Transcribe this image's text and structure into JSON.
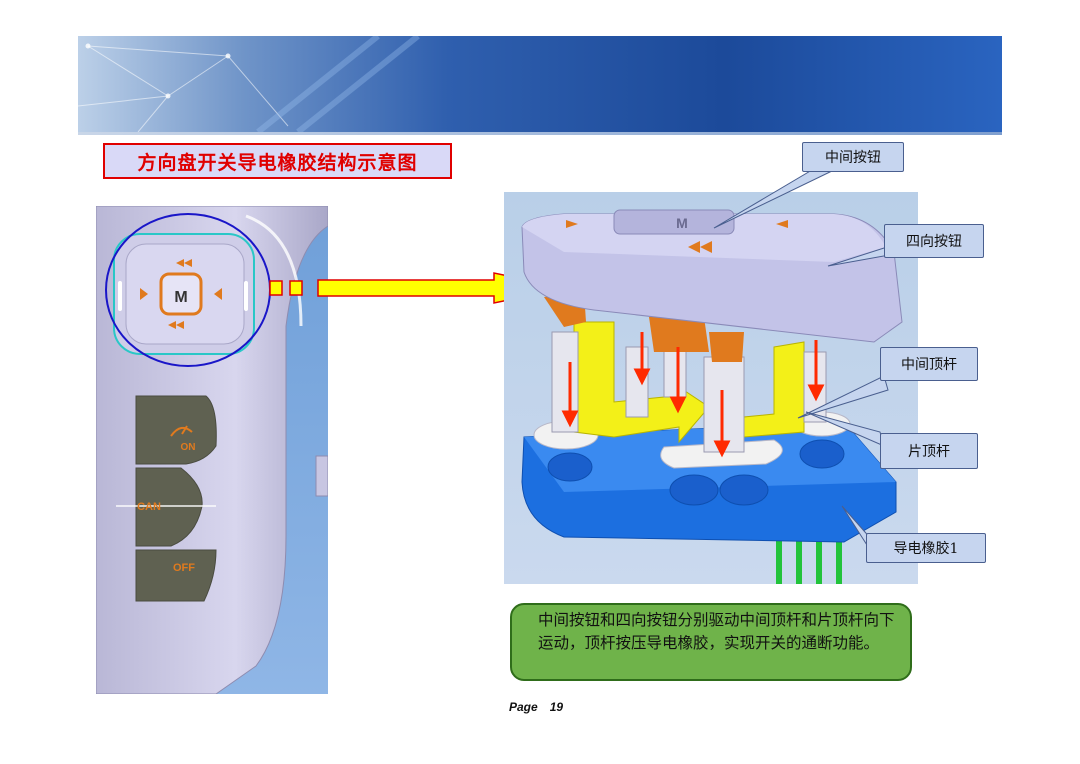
{
  "title": "方向盘开关导电橡胶结构示意图",
  "left_image": {
    "cruise_labels": {
      "on": "ON",
      "can": "CAN",
      "off": "OFF"
    },
    "mode_button": "M"
  },
  "callouts": {
    "middle_button": "中间按钮",
    "four_way_button": "四向按钮",
    "middle_pushrod": "中间顶杆",
    "plate_pushrod": "片顶杆",
    "conductive_rubber": "导电橡胶1"
  },
  "description": "中间按钮和四向按钮分别驱动中间顶杆和片顶杆向下运动，顶杆按压导电橡胶，实现开关的通断功能。",
  "page": {
    "label": "Page",
    "number": "19"
  },
  "colors": {
    "title_red": "#e00000",
    "arrow_yellow": "#ffff00",
    "rubber_blue": "#1c6fe0",
    "note_green": "#6fb34a"
  }
}
